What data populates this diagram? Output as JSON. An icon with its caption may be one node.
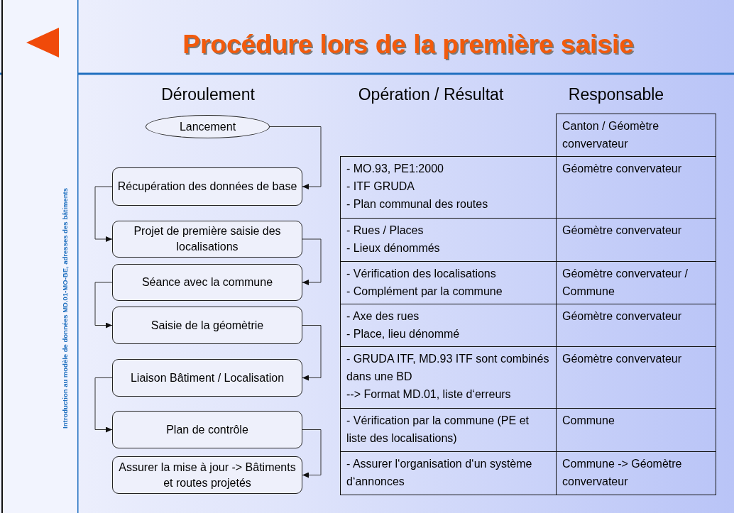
{
  "diagram": {
    "title": "Procédure lors de la première saisie",
    "nodes": [
      {
        "text": [
          "Lancement"
        ]
      },
      {
        "text": [
          "Récupération des données de base"
        ]
      },
      {
        "text": [
          "Projet de première saisie des localisations"
        ]
      },
      {
        "text": [
          "Séance avec la commune"
        ]
      },
      {
        "text": [
          "Saisie de la géomètrie"
        ]
      },
      {
        "text": [
          "Liaison Bâtiment / Localisation"
        ]
      },
      {
        "text": [
          "Plan de contrôle"
        ]
      },
      {
        "text": [
          "Assurer la mise à jour -> Bâtiments et routes projetés"
        ]
      }
    ],
    "edges": [
      {
        "from": 0,
        "to": 1,
        "arrow": "to"
      },
      {
        "from": 1,
        "to": 2,
        "arrow": "to"
      },
      {
        "from": 2,
        "to": 3,
        "arrow": "to"
      },
      {
        "from": 3,
        "to": 4,
        "arrow": "to"
      },
      {
        "from": 4,
        "to": 5,
        "arrow": "to"
      },
      {
        "from": 5,
        "to": 6,
        "arrow": "to"
      },
      {
        "from": 6,
        "to": 7,
        "arrow": "to"
      }
    ],
    "labels": [
      "Déroulement",
      "Opération / Résultat",
      "Responsable",
      "Canton / Géomètre convervateur",
      "- MO.93, PE1:2000",
      "- ITF GRUDA",
      "- Plan communal des routes",
      "Géomètre convervateur",
      "- Rues / Places",
      "- Lieux dénommés",
      "Géomètre convervateur",
      "- Vérification des localisations",
      "- Complément par la commune",
      "Géomètre convervateur / Commune",
      "- Axe des rues",
      "- Place, lieu dénommé",
      "Géomètre convervateur",
      "- GRUDA ITF, MD.93 ITF sont combinés dans une BD",
      "--> Format MD.01, liste d‘erreurs",
      "Géomètre convervateur",
      "- Vérification par la commune (PE et liste des localisations)",
      "Commune",
      "- Assurer l‘organisation d‘un système d‘annonces",
      "Commune -> Géomètre convervateur",
      "Introduction au modèle de données MD.01-MO-BE, adresses des bâtiments"
    ]
  }
}
